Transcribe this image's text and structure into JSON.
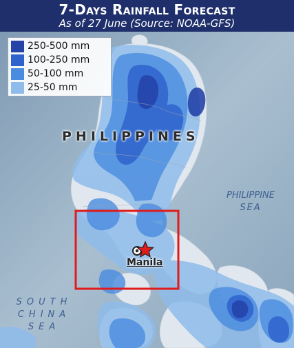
{
  "header": {
    "title": "7-Days Rainfall Forecast",
    "subtitle": "As of 27 June (Source: NOAA-GFS)"
  },
  "legend": {
    "items": [
      {
        "label": "250-500 mm",
        "color": "#2544a8"
      },
      {
        "label": "100-250 mm",
        "color": "#2f63cc"
      },
      {
        "label": "50-100 mm",
        "color": "#4a8ce0"
      },
      {
        "label": "25-50 mm",
        "color": "#8fbcea"
      }
    ]
  },
  "map": {
    "country": "PHILIPPINES",
    "seas": {
      "philippine_sea": [
        "PHILIPPINE",
        "SEA"
      ],
      "south_china_sea": [
        "SOUTH",
        "CHINA",
        "SEA"
      ]
    },
    "city": "Manila",
    "colors": {
      "ocean": "#9fb5c7",
      "land": "#dfe6ed",
      "highlight_box": "#e01b1b",
      "star": "#e01b1b"
    }
  }
}
